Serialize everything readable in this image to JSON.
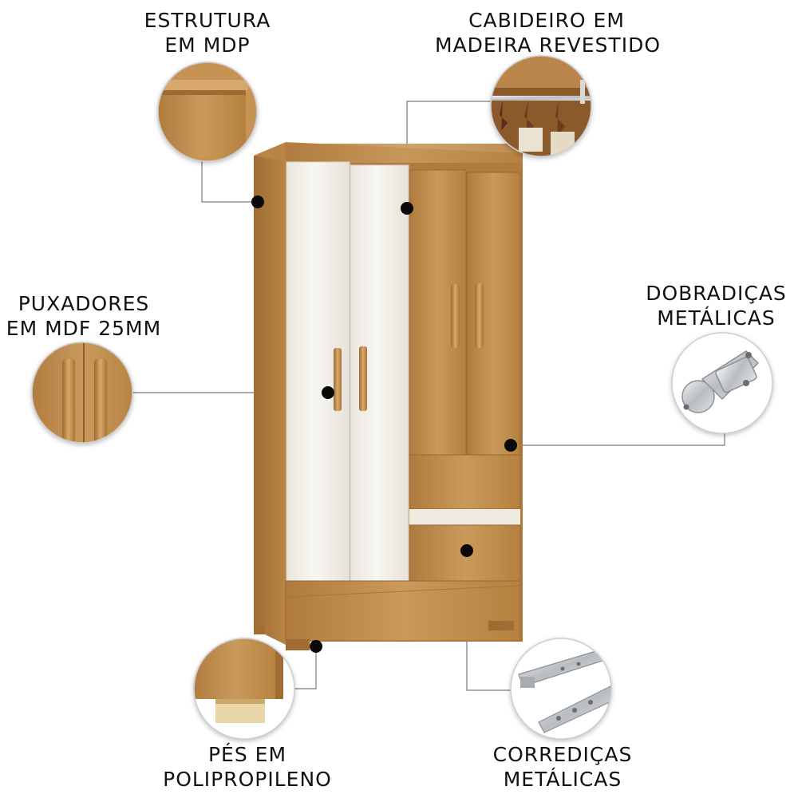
{
  "labels": {
    "estrutura": {
      "line1": "ESTRUTURA",
      "line2": "EM MDP"
    },
    "cabideiro": {
      "line1": "CABIDEIRO EM",
      "line2": "MADEIRA REVESTIDO"
    },
    "puxadores": {
      "line1": "PUXADORES",
      "line2": "EM MDF 25MM"
    },
    "dobradicas": {
      "line1": "DOBRADIÇAS",
      "line2": "METÁLICAS"
    },
    "pes": {
      "line1": "PÉS EM",
      "line2": "POLIPROPILENO"
    },
    "corredicas": {
      "line1": "CORREDIÇAS",
      "line2": "METÁLICAS"
    }
  },
  "colors": {
    "wood": "#c08d4f",
    "wood_dark": "#a5743a",
    "white_gloss": "#efece4",
    "metal": "#c9ccd0",
    "callout_line": "#777777",
    "dot": "#0a0a0a"
  }
}
